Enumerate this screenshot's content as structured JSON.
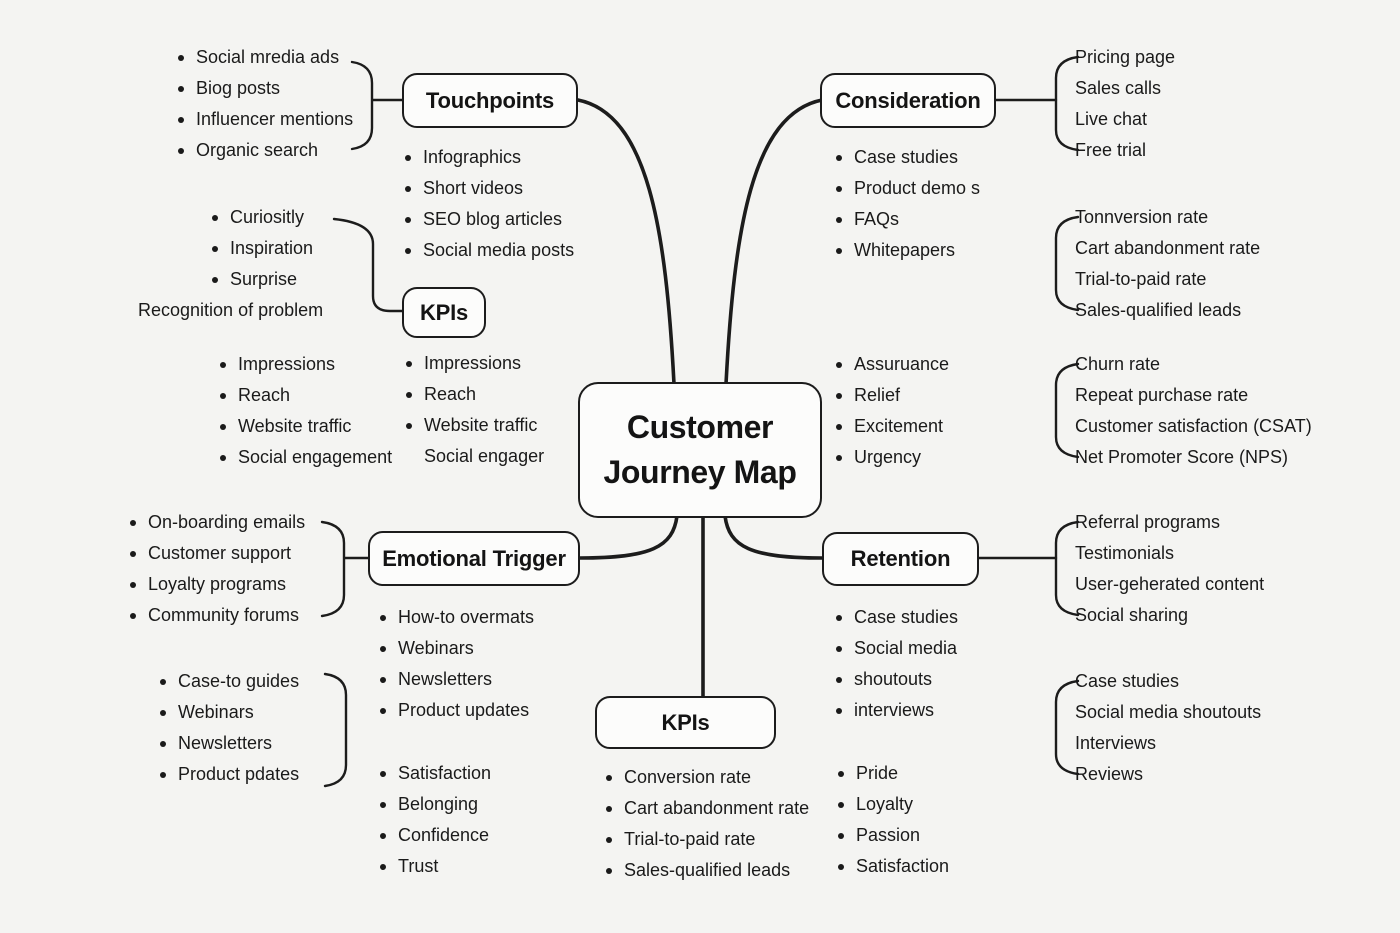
{
  "title": "Customer Journey Map",
  "colors": {
    "background": "#f4f4f2",
    "ink": "#1c1c1c",
    "node_fill": "#fcfcfb"
  },
  "center": {
    "line1": "Customer",
    "line2": "Journey Map"
  },
  "branches": {
    "touchpoints": {
      "label": "Touchpoints",
      "left_list": [
        "Social mredia ads",
        "Biog posts",
        "Influencer mentions",
        "Organic search"
      ],
      "below_list": [
        "Infographics",
        "Short videos",
        "SEO blog articles",
        "Social media posts"
      ]
    },
    "kpis_left": {
      "label": "KPIs",
      "trigger_list": [
        "Curiositly",
        "Inspiration",
        "Surprise",
        "Recognition of problem"
      ],
      "metrics_list_a": [
        "Impressions",
        "Reach",
        "Website traffic",
        "Social engagement"
      ],
      "metrics_list_b": [
        "Impressions",
        "Reach",
        "Website traffic",
        "Social engager"
      ]
    },
    "consideration": {
      "label": "Consideration",
      "below_list": [
        "Case studies",
        "Product demo s",
        "FAQs",
        "Whitepapers"
      ],
      "right_list": [
        "Pricing page",
        "Sales calls",
        "Live chat",
        "Free trial"
      ],
      "metrics_list": [
        "Tonnversion rate",
        "Cart abandonment rate",
        "Trial-to-paid rate",
        "Sales-qualified leads"
      ]
    },
    "emotions_right": {
      "emotion_list": [
        "Assuruance",
        "Relief",
        "Excitement",
        "Urgency"
      ],
      "metrics_list": [
        "Churn rate",
        "Repeat purchase rate",
        "Customer satisfaction (CSAT)",
        "Net Promoter Score (NPS)"
      ]
    },
    "emotional_trigger": {
      "label": "Emotional Trigger",
      "left_list": [
        "On-boarding emails",
        "Customer support",
        "Loyalty programs",
        "Community forums"
      ],
      "below_list": [
        "How-to overmats",
        "Webinars",
        "Newsletters",
        "Product updates"
      ],
      "emotion_list": [
        "Satisfaction",
        "Belonging",
        "Confidence",
        "Trust"
      ],
      "content_list": [
        "Case-to guides",
        "Webinars",
        "Newsletters",
        "Product pdates"
      ]
    },
    "kpis_bottom": {
      "label": "KPIs",
      "metrics_list": [
        "Conversion rate",
        "Cart abandonment rate",
        "Trial-to-paid rate",
        "Sales-qualified leads"
      ]
    },
    "retention": {
      "label": "Retention",
      "right_list": [
        "Referral programs",
        "Testimonials",
        "User-geherated content",
        "Social sharing"
      ],
      "below_list": [
        "Case studies",
        "Social media",
        "shoutouts",
        "interviews"
      ],
      "emotion_list": [
        "Pride",
        "Loyalty",
        "Passion",
        "Satisfaction"
      ],
      "advocacy_list": [
        "Case studies",
        "Social media shoutouts",
        "Interviews",
        "Reviews"
      ]
    }
  }
}
